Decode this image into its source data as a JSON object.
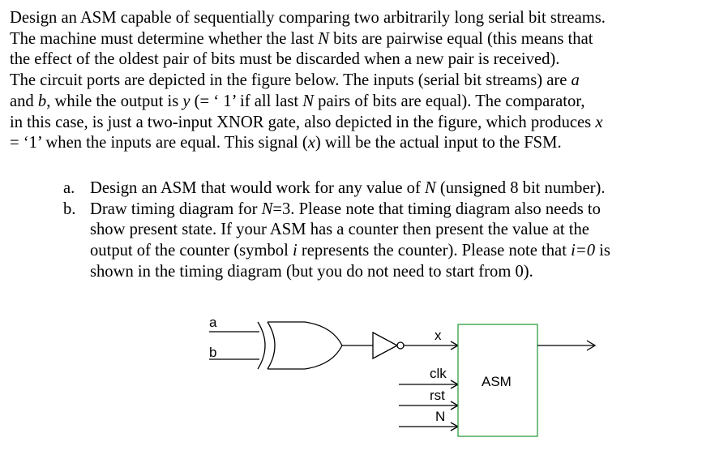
{
  "problem": {
    "l1": "Design an ASM capable of sequentially comparing two arbitrarily long serial bit streams.",
    "l2a": "The machine must determine whether the last ",
    "N": "N",
    "l2b": " bits are pairwise equal (this means that",
    "l3": "the effect of the oldest pair of bits must be discarded when a new pair is received).",
    "l4a": "The circuit ports are depicted in the figure below.  The inputs (serial bit streams) are ",
    "a": "a",
    "l5a": "and ",
    "b": "b",
    "l5b": ", while the output is ",
    "y": "y",
    "l5c": " (= ‘ 1’  if all last ",
    "l5d": " pairs of bits are equal).  The comparator,",
    "l6a": "in this case, is just a two-input XNOR gate, also depicted in the figure, which produces ",
    "x": "x",
    "l7a": "= ‘1’ when the inputs are equal.  This signal (",
    "l7b": ") will be the actual input to the FSM."
  },
  "tasks": {
    "a_marker": "a.",
    "a_l1a": "Design an ASM that would work for any value of ",
    "a_l1b": " (unsigned 8 bit number).",
    "b_marker": "b.",
    "b_l1a": "Draw timing diagram for ",
    "b_l1b": "=3. Please note that timing diagram also needs to",
    "b_l2": "show present state. If your ASM has a counter then present the value at the",
    "b_l3a": "output of the counter (symbol ",
    "i": "i",
    "b_l3b": " represents the counter). Please note that ",
    "i0": "i=0",
    "b_l3c": " is",
    "b_l4": "shown in the timing diagram (but you do not need to start from 0)."
  },
  "figure": {
    "input_a": "a",
    "input_b": "b",
    "signal_x": "x",
    "clk": "clk",
    "rst": "rst",
    "N": "N",
    "block": "ASM",
    "colors": {
      "asm_border": "#2e9e3e",
      "wire": "#000000"
    }
  }
}
